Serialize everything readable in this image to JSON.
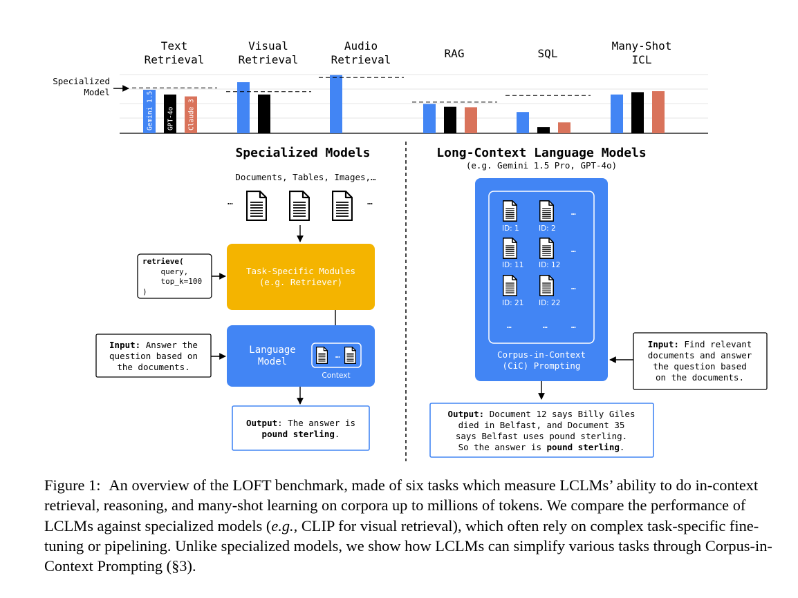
{
  "chart_data": {
    "type": "bar",
    "categories": [
      "Text\nRetrieval",
      "Visual\nRetrieval",
      "Audio\nRetrieval",
      "RAG",
      "SQL",
      "Many-Shot\nICL"
    ],
    "series": [
      {
        "name": "Gemini 1.5",
        "color": "#4285f4",
        "values": [
          0.92,
          1.08,
          1.23,
          0.62,
          0.45,
          0.82
        ]
      },
      {
        "name": "GPT-4o",
        "color": "#000000",
        "values": [
          0.82,
          0.82,
          null,
          0.56,
          0.13,
          0.87
        ]
      },
      {
        "name": "Claude 3",
        "color": "#d9735b",
        "values": [
          0.78,
          null,
          null,
          0.55,
          0.23,
          0.89
        ]
      }
    ],
    "specialized": [
      0.96,
      0.88,
      1.18,
      0.66,
      0.8,
      null
    ],
    "ylim": [
      0,
      1.35
    ],
    "specialized_label": "Specialized\nModel",
    "grid": true
  },
  "left": {
    "title": "Specialized Models",
    "inputs_label": "Documents, Tables, Images,…",
    "ellipsis": "…",
    "retrieve_code": [
      "retrieve(",
      "    query,",
      "    top_k=100",
      ")"
    ],
    "module_label": [
      "Task-Specific Modules",
      "(e.g. Retriever)"
    ],
    "lm_label": [
      "Language",
      "Model"
    ],
    "context_label": "Context",
    "input_bold": "Input:",
    "input_text": [
      "Answer the",
      "question based on",
      "the documents."
    ],
    "output_bold": "Output",
    "output_text": ": The answer is",
    "output_answer": "pound sterling",
    "output_period": "."
  },
  "right": {
    "title": "Long-Context Language Models",
    "subtitle": "(e.g. Gemini 1.5 Pro, GPT-4o)",
    "doc_ids": [
      "ID: 1",
      "ID: 2",
      "ID: 11",
      "ID: 12",
      "ID: 21",
      "ID: 22"
    ],
    "dots": "…",
    "cic_label": [
      "Corpus-in-Context",
      "(CiC) Prompting"
    ],
    "input_bold": "Input:",
    "input_text": [
      "Find relevant",
      "documents and answer",
      "the question based",
      "on the documents."
    ],
    "output_bold": "Output:",
    "output_lines": [
      "Document 12 says Billy Giles",
      "died in Belfast, and Document 35",
      "says Belfast uses pound sterling."
    ],
    "output_last_pre": "So the answer is ",
    "output_answer": "pound sterling",
    "output_period": "."
  },
  "caption": {
    "label": "Figure 1:",
    "t1": "An overview of the LOFT benchmark, made of six tasks which measure LCLMs’ ability to do in-context retrieval, reasoning, and many-shot learning on corpora up to millions of tokens. We compare the performance of LCLMs against specialized models (",
    "eg": "e.g.,",
    "t2": " CLIP for visual retrieval), which often rely on complex task-specific fine-tuning or pipelining. Unlike specialized models, we show how LCLMs can simplify various tasks through Corpus-in-Context Prompting (§3)."
  }
}
